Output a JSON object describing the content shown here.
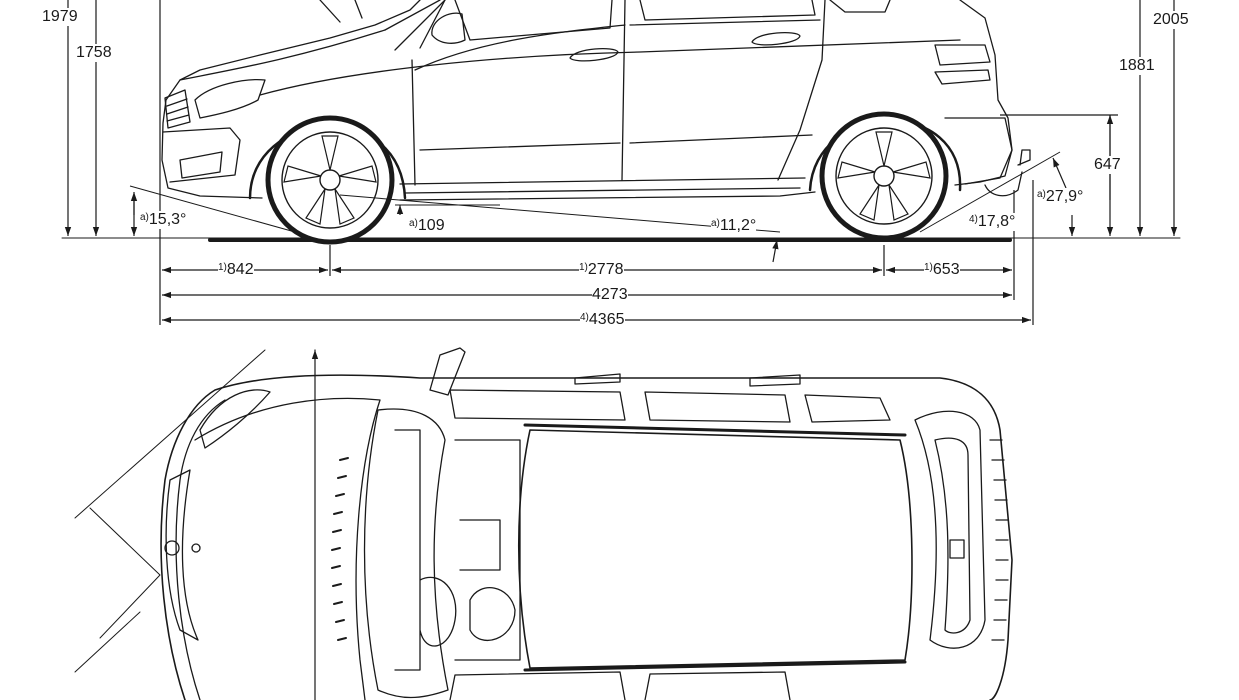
{
  "colors": {
    "line": "#1a1a1a",
    "background": "#ffffff"
  },
  "side_view": {
    "heights": {
      "h1979": "1979",
      "h1758": "1758",
      "h2005": "2005",
      "h1881": "1881",
      "h647": "647"
    },
    "angles": {
      "front_marker": "a)",
      "front": "15,3°",
      "ground_marker": "a)",
      "ground": "109",
      "ramp_marker": "a)",
      "ramp": "11,2°",
      "rear_marker": "4)",
      "rear": "17,8°",
      "rear2_marker": "a)",
      "rear2": "27,9°"
    },
    "lengths": {
      "front_overhang_marker": "1)",
      "front_overhang": "842",
      "wheelbase_marker": "1)",
      "wheelbase": "2778",
      "rear_overhang_marker": "1)",
      "rear_overhang": "653",
      "overall": "4273",
      "overall_tow_marker": "4)",
      "overall_tow": "4365"
    }
  }
}
